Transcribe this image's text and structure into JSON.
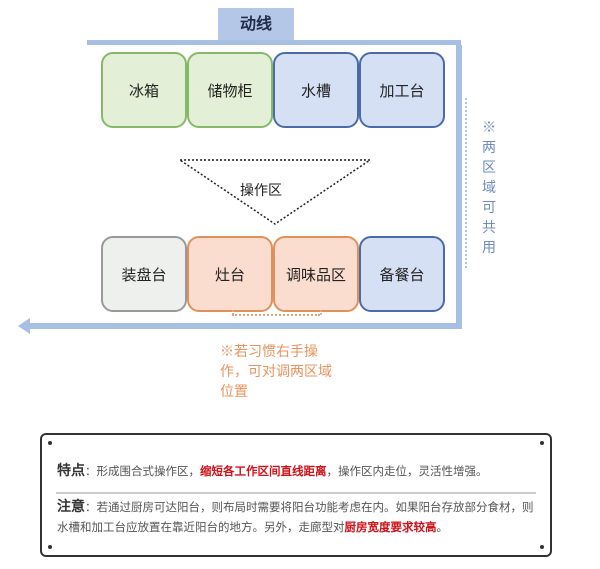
{
  "title": "动线",
  "top_row": [
    {
      "label": "冰箱",
      "color": "green"
    },
    {
      "label": "储物柜",
      "color": "green"
    },
    {
      "label": "水槽",
      "color": "blue"
    },
    {
      "label": "加工台",
      "color": "blue"
    }
  ],
  "bottom_row": [
    {
      "label": "装盘台",
      "color": "gray"
    },
    {
      "label": "灶台",
      "color": "orange"
    },
    {
      "label": "调味品区",
      "color": "orange"
    },
    {
      "label": "备餐台",
      "color": "blue"
    }
  ],
  "triangle_label": "操作区",
  "side_note": "※两区域可共用",
  "orange_note": "※若习惯右手操作，可对调两区域位置",
  "info": {
    "line1_label": "特点",
    "line1_pre": "：形成围合式操作区，",
    "line1_red": "缩短各工作区间直线距离",
    "line1_post": "，操作区内走位，灵活性增强。",
    "line2_label": "注意",
    "line2_pre": "：若通过厨房可达阳台，则布局时需要将阳台功能考虑在内。如果阳台存放部分食材，则水槽和加工台应放置在靠近阳台的地方。另外，走廊型对",
    "line2_red": "厨房宽度要求较高",
    "line2_post": "。"
  },
  "colors": {
    "flow_line": "#a6bfe3",
    "green_fill": "#e3efd6",
    "blue_fill": "#d6e0f5",
    "orange_fill": "#fbddd0",
    "gray_fill": "#eef0ee",
    "highlight_red": "#d0121b",
    "note_orange": "#e8935e",
    "note_blue": "#6f8cbf"
  }
}
